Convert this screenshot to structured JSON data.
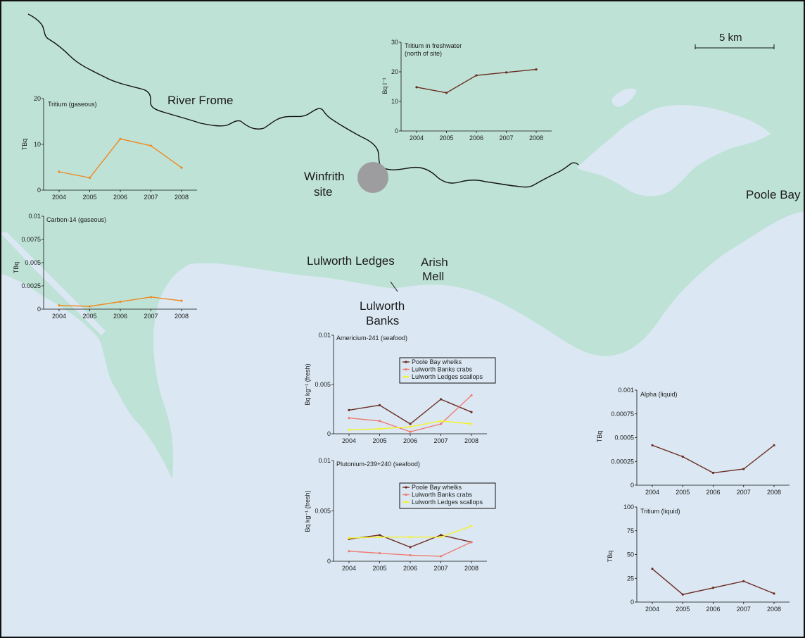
{
  "colors": {
    "land": "#bfe2d7",
    "sea": "#dbe8f3",
    "river": "#111111",
    "site": "#9d9d9f",
    "brown": "#6b2d22",
    "orange": "#ee8a22",
    "pink": "#ee7b73",
    "yellow": "#f4f22a"
  },
  "map": {
    "labels": {
      "river_frome": "River Frome",
      "winfrith_1": "Winfrith",
      "winfrith_2": "site",
      "poole_bay": "Poole Bay",
      "lulworth_ledges": "Lulworth Ledges",
      "arish_1": "Arish",
      "arish_2": "Mell",
      "banks_1": "Lulworth",
      "banks_2": "Banks"
    },
    "scale_bar": "5 km"
  },
  "chart_data": [
    {
      "id": "tritium_gaseous",
      "type": "line",
      "title": "Tritium (gaseous)",
      "ylabel": "TBq",
      "ylim": [
        0,
        20
      ],
      "ytick_labels": [
        "0",
        "10",
        "20"
      ],
      "x": [
        "2004",
        "2005",
        "2006",
        "2007",
        "2008"
      ],
      "series": [
        {
          "color": "orange",
          "values": [
            4.0,
            2.7,
            11.2,
            9.7,
            4.9
          ]
        }
      ]
    },
    {
      "id": "carbon14_gaseous",
      "type": "line",
      "title": "Carbon-14 (gaseous)",
      "ylabel": "TBq",
      "ylim": [
        0,
        0.01
      ],
      "ytick_labels": [
        "0",
        "0.0025",
        "0.005",
        "0.0075",
        "0.01"
      ],
      "x": [
        "2004",
        "2005",
        "2006",
        "2007",
        "2008"
      ],
      "series": [
        {
          "color": "orange",
          "values": [
            0.0004,
            0.0003,
            0.0008,
            0.0013,
            0.0009
          ]
        }
      ]
    },
    {
      "id": "tritium_freshwater",
      "type": "line",
      "title": "Tritium in freshwater",
      "subtitle": "(north of site)",
      "ylabel": "Bq l⁻¹",
      "ylim": [
        0,
        30
      ],
      "ytick_labels": [
        "0",
        "10",
        "20",
        "30"
      ],
      "x": [
        "2004",
        "2005",
        "2006",
        "2007",
        "2008"
      ],
      "series": [
        {
          "color": "brown",
          "values": [
            14.8,
            12.9,
            18.8,
            19.8,
            20.8
          ]
        }
      ]
    },
    {
      "id": "americium_seafood",
      "type": "line",
      "title": "Americium-241 (seafood)",
      "ylabel": "Bq kg⁻¹ (fresh)",
      "ylim": [
        0,
        0.01
      ],
      "ytick_labels": [
        "0",
        "0.005",
        "0.01"
      ],
      "x": [
        "2004",
        "2005",
        "2006",
        "2007",
        "2008"
      ],
      "series": [
        {
          "name": "Poole Bay whelks",
          "color": "brown",
          "values": [
            0.0024,
            0.0029,
            0.001,
            0.0035,
            0.0022
          ]
        },
        {
          "name": "Lulworth Banks crabs",
          "color": "pink",
          "values": [
            0.0016,
            0.0013,
            0.0002,
            0.001,
            0.0039
          ]
        },
        {
          "name": "Lulworth Ledges scallops",
          "color": "yellow",
          "values": [
            0.0004,
            0.0005,
            0.0007,
            0.0013,
            0.001
          ]
        }
      ]
    },
    {
      "id": "plutonium_seafood",
      "type": "line",
      "title": "Plutonium-239+240 (seafood)",
      "ylabel": "Bq kg⁻¹ (fresh)",
      "ylim": [
        0,
        0.01
      ],
      "ytick_labels": [
        "0",
        "0.005",
        "0.01"
      ],
      "x": [
        "2004",
        "2005",
        "2006",
        "2007",
        "2008"
      ],
      "series": [
        {
          "name": "Poole Bay whelks",
          "color": "brown",
          "values": [
            0.0022,
            0.0026,
            0.0014,
            0.0026,
            0.0019
          ]
        },
        {
          "name": "Lulworth Banks crabs",
          "color": "pink",
          "values": [
            0.001,
            0.0008,
            0.0006,
            0.0005,
            0.0019
          ]
        },
        {
          "name": "Lulworth Ledges scallops",
          "color": "yellow",
          "values": [
            0.0023,
            0.0024,
            0.0024,
            0.0024,
            0.0035
          ]
        }
      ]
    },
    {
      "id": "alpha_liquid",
      "type": "line",
      "title": "Alpha (liquid)",
      "ylabel": "TBq",
      "ylim": [
        0,
        0.001
      ],
      "ytick_labels": [
        "0",
        "0.00025",
        "0.0005",
        "0.00075",
        "0.001"
      ],
      "x": [
        "2004",
        "2005",
        "2006",
        "2007",
        "2008"
      ],
      "series": [
        {
          "color": "brown",
          "values": [
            0.00042,
            0.0003,
            0.00013,
            0.00017,
            0.00042
          ]
        }
      ]
    },
    {
      "id": "tritium_liquid",
      "type": "line",
      "title": "Tritium (liquid)",
      "ylabel": "TBq",
      "ylim": [
        0,
        100
      ],
      "ytick_labels": [
        "0",
        "25",
        "50",
        "75",
        "100"
      ],
      "x": [
        "2004",
        "2005",
        "2006",
        "2007",
        "2008"
      ],
      "series": [
        {
          "color": "brown",
          "values": [
            35,
            8,
            15,
            22,
            9
          ]
        }
      ]
    }
  ]
}
